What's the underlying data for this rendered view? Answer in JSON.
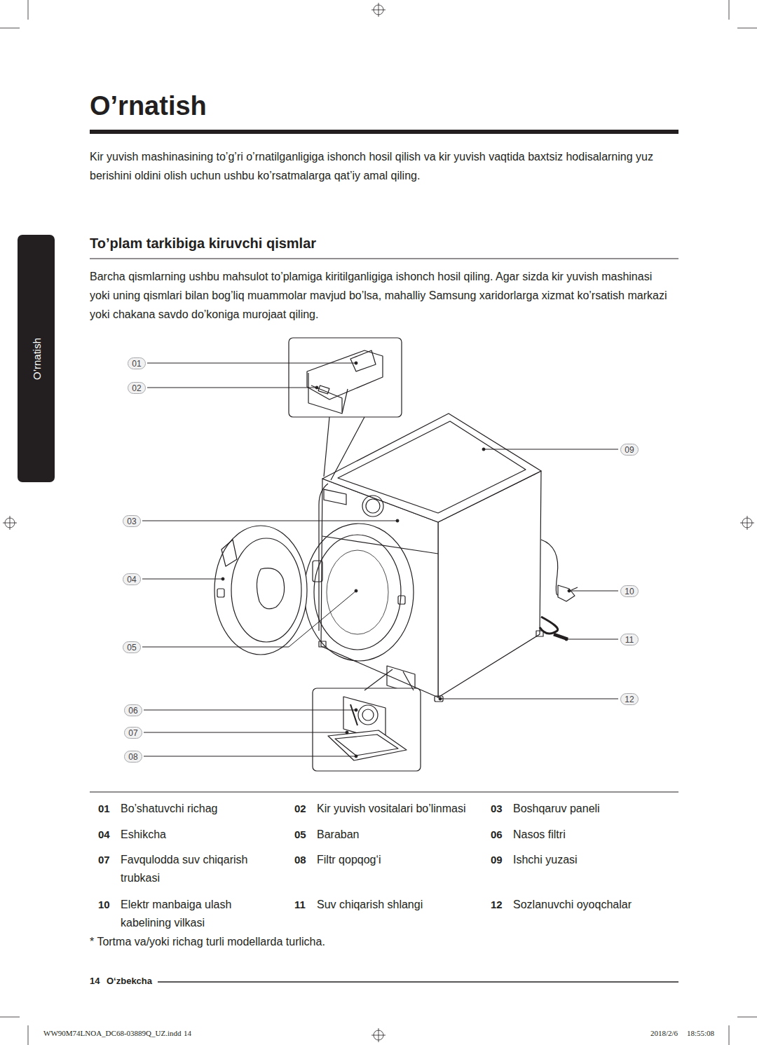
{
  "diagram": {
    "title": "O’rnatish",
    "nodes": [
      {
        "text": [
          "O’rnatish"
        ]
      }
    ],
    "labels": [
      "Kir yuvish mashinasining to’g’ri o’rnatilganligiga ishonch hosil qilish va kir yuvish vaqtida baxtsiz hodisalarning yuz berishini oldini olish uchun ushbu ko’rsatmalarga qat’iy amal qiling.",
      "To’plam tarkibiga kiruvchi qismlar",
      "Barcha qismlarning ushbu mahsulot to’plamiga kiritilganligiga ishonch hosil qiling. Agar sizda kir yuvish mashinasi yoki uning qismlari bilan bog’liq muammolar mavjud bo’lsa, mahalliy Samsung xaridorlarga xizmat ko’rsatish markazi yoki chakana savdo do’koniga murojaat qiling.",
      "01",
      "02",
      "03",
      "04",
      "05",
      "06",
      "07",
      "08",
      "09",
      "10",
      "11",
      "12",
      "01",
      "Bo’shatuvchi richag",
      "02",
      "Kir yuvish vositalari bo’linmasi",
      "03",
      "Boshqaruv paneli",
      "04",
      "Eshikcha",
      "05",
      "Baraban",
      "06",
      "Nasos filtri",
      "07",
      "Favqulodda suv chiqarish trubkasi",
      "08",
      "Filtr qopqog‘i",
      "09",
      "Ishchi yuzasi",
      "10",
      "Elektr manbaiga ulash kabelining vilkasi",
      "11",
      "Suv chiqarish shlangi",
      "12",
      "Sozlanuvchi oyoqchalar",
      "* Tortma va/yoki richag turli modellarda turlicha.",
      "14",
      "O‘zbekcha",
      "WW90M74LNOA_DC68-03889Q_UZ.indd",
      "14",
      "2018/2/6",
      "18:55:08"
    ]
  }
}
